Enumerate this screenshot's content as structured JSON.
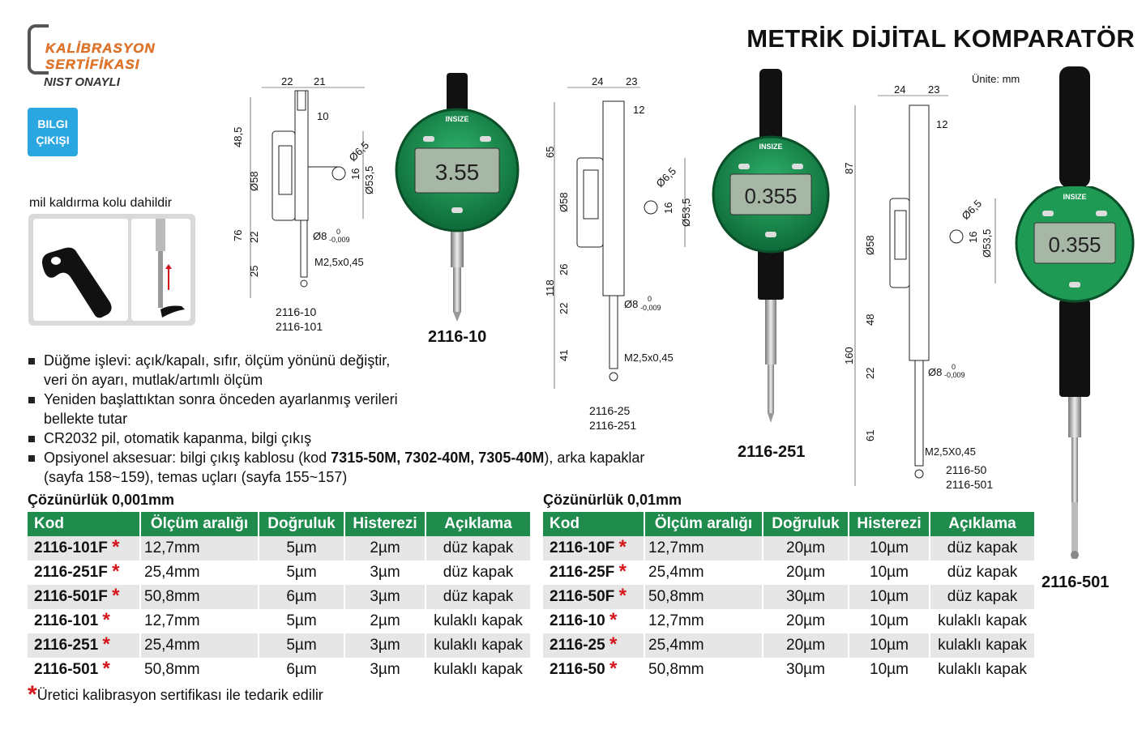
{
  "header": {
    "title": "METRİK DİJİTAL KOMPARATÖR",
    "unit_note": "Ünite: mm"
  },
  "certificate": {
    "line1": "KALİBRASYON",
    "line2": "SERTİFİKASI",
    "line3": "NIST ONAYLI"
  },
  "badge": {
    "line1": "BILGI",
    "line2": "ÇIKIŞI"
  },
  "lever": {
    "label": "mil kaldırma kolu dahildir"
  },
  "drawings": [
    {
      "models": [
        "2116-10",
        "2116-101"
      ],
      "photo_label": "2116-10",
      "display": "3.55",
      "brand": "INSIZE"
    },
    {
      "models": [
        "2116-25",
        "2116-251"
      ],
      "photo_label": "2116-251",
      "display": "0.355",
      "brand": "INSIZE"
    },
    {
      "models": [
        "2116-50",
        "2116-501"
      ],
      "photo_label": "2116-501",
      "display": "0.355",
      "brand": "INSIZE"
    }
  ],
  "dims": {
    "d1": {
      "w1": "22",
      "w2": "21",
      "h1": "48,5",
      "h2": "76",
      "h3": "22",
      "h4": "25",
      "a": "10",
      "b": "Ø6,5",
      "c": "16",
      "d": "Ø53,5",
      "e": "Ø58",
      "f": "Ø8",
      "tol": "-0,009",
      "tol0": "0",
      "thread": "M2,5x0,45"
    },
    "d2": {
      "w1": "24",
      "w2": "23",
      "h1": "65",
      "h2": "118",
      "h3": "26",
      "h4": "22",
      "h5": "41",
      "a": "12",
      "b": "Ø6,5",
      "c": "16",
      "d": "Ø53,5",
      "e": "Ø58",
      "f": "Ø8",
      "tol": "-0,009",
      "tol0": "0",
      "thread": "M2,5x0,45"
    },
    "d3": {
      "w1": "24",
      "w2": "23",
      "h1": "87",
      "h2": "160",
      "h3": "48",
      "h4": "22",
      "h5": "61",
      "a": "12",
      "b": "Ø6,5",
      "c": "16",
      "d": "Ø53,5",
      "e": "Ø58",
      "f": "Ø8",
      "tol": "-0,009",
      "tol0": "0",
      "thread": "M2,5X0,45"
    }
  },
  "features": [
    "Düğme işlevi: açık/kapalı, sıfır, ölçüm yönünü değiştir, veri ön ayarı, mutlak/artımlı ölçüm",
    "Yeniden başlattıktan sonra önceden ayarlanmış verileri bellekte tutar",
    "CR2032 pil, otomatik kapanma, bilgi çıkış"
  ],
  "feature_opt": {
    "prefix": "Opsiyonel aksesuar: bilgi çıkış kablosu (kod ",
    "codes": "7315-50M, 7302-40M, 7305-40M",
    "suffix": "), arka kapaklar (sayfa 158~159), temas uçları (sayfa 155~157)"
  },
  "table_left": {
    "heading": "Çözünürlük 0,001mm",
    "headers": [
      "Kod",
      "Ölçüm aralığı",
      "Doğruluk",
      "Histerezi",
      "Açıklama"
    ],
    "rows": [
      [
        "2116-101F",
        "12,7mm",
        "5µm",
        "2µm",
        "düz kapak"
      ],
      [
        "2116-251F",
        "25,4mm",
        "5µm",
        "3µm",
        "düz kapak"
      ],
      [
        "2116-501F",
        "50,8mm",
        "6µm",
        "3µm",
        "düz kapak"
      ],
      [
        "2116-101",
        "12,7mm",
        "5µm",
        "2µm",
        "kulaklı kapak"
      ],
      [
        "2116-251",
        "25,4mm",
        "5µm",
        "3µm",
        "kulaklı kapak"
      ],
      [
        "2116-501",
        "50,8mm",
        "6µm",
        "3µm",
        "kulaklı kapak"
      ]
    ]
  },
  "table_right": {
    "heading": "Çözünürlük 0,01mm",
    "headers": [
      "Kod",
      "Ölçüm aralığı",
      "Doğruluk",
      "Histerezi",
      "Açıklama"
    ],
    "rows": [
      [
        "2116-10F",
        "12,7mm",
        "20µm",
        "10µm",
        "düz kapak"
      ],
      [
        "2116-25F",
        "25,4mm",
        "20µm",
        "10µm",
        "düz kapak"
      ],
      [
        "2116-50F",
        "50,8mm",
        "30µm",
        "10µm",
        "düz kapak"
      ],
      [
        "2116-10",
        "12,7mm",
        "20µm",
        "10µm",
        "kulaklı kapak"
      ],
      [
        "2116-25",
        "25,4mm",
        "20µm",
        "10µm",
        "kulaklı kapak"
      ],
      [
        "2116-50",
        "50,8mm",
        "30µm",
        "10µm",
        "kulaklı kapak"
      ]
    ]
  },
  "footnote": {
    "star": "*",
    "text": "Üretici kalibrasyon sertifikası ile tedarik edilir"
  },
  "colors": {
    "green": "#1f8b4d",
    "star": "#d4161c",
    "badge": "#2aa6e1",
    "cert": "#e6772b"
  }
}
